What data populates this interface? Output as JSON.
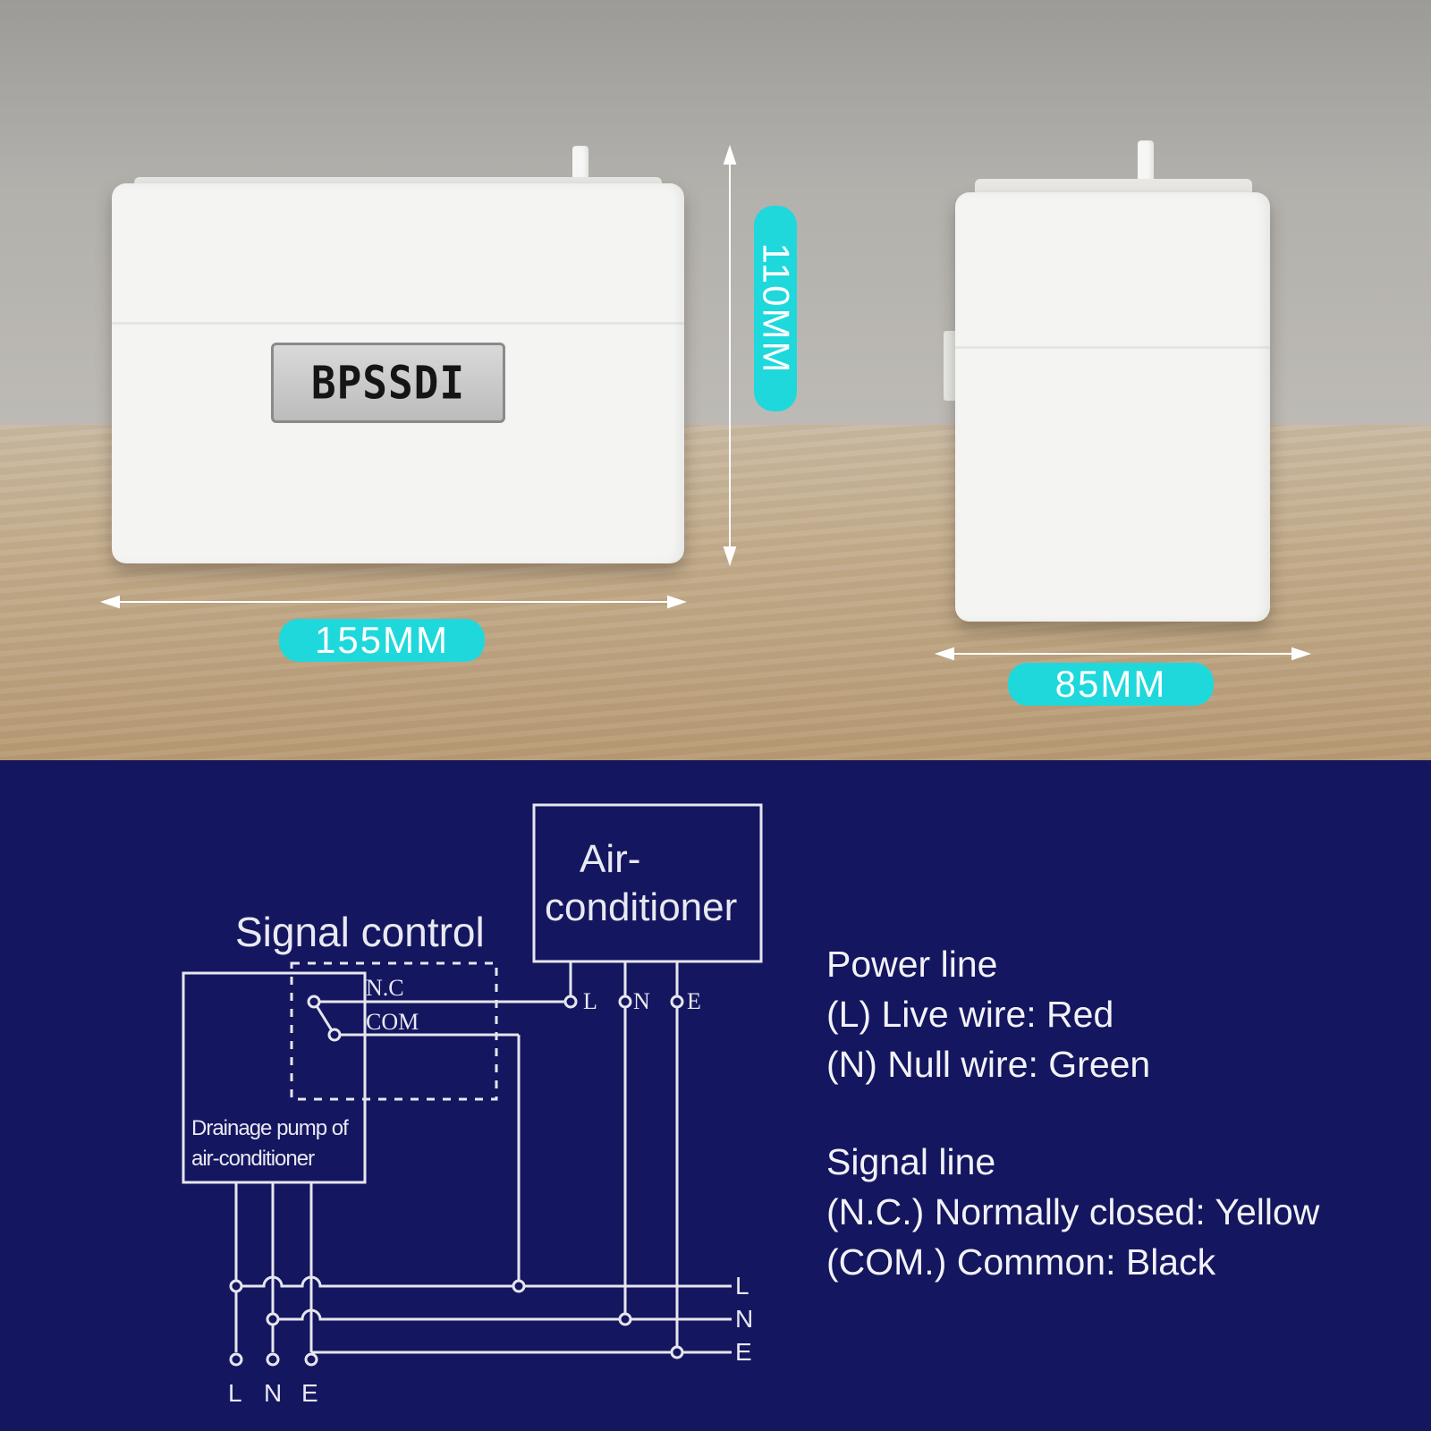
{
  "product": {
    "brand_label": "BPSSDI",
    "dimensions": {
      "width": "155MM",
      "height": "110MM",
      "depth": "85MM"
    },
    "accent_color": "#1fd8dc"
  },
  "diagram": {
    "background_color": "#151660",
    "air_conditioner_line1": "Air-",
    "air_conditioner_line2": "conditioner",
    "signal_control": "Signal control",
    "nc_label": "N.C",
    "com_label": "COM",
    "pump_line1": "Drainage pump of",
    "pump_line2": "air-conditioner",
    "ac_terminals": [
      "L",
      "N",
      "E"
    ],
    "bus_labels": [
      "L",
      "N",
      "E"
    ],
    "pump_terminals": [
      "L",
      "N",
      "E"
    ]
  },
  "legend": {
    "power_title": "Power line",
    "power_l": "(L) Live wire: Red",
    "power_n": "(N) Null wire: Green",
    "signal_title": "Signal line",
    "signal_nc": "(N.C.) Normally closed: Yellow",
    "signal_com": "(COM.) Common: Black"
  }
}
